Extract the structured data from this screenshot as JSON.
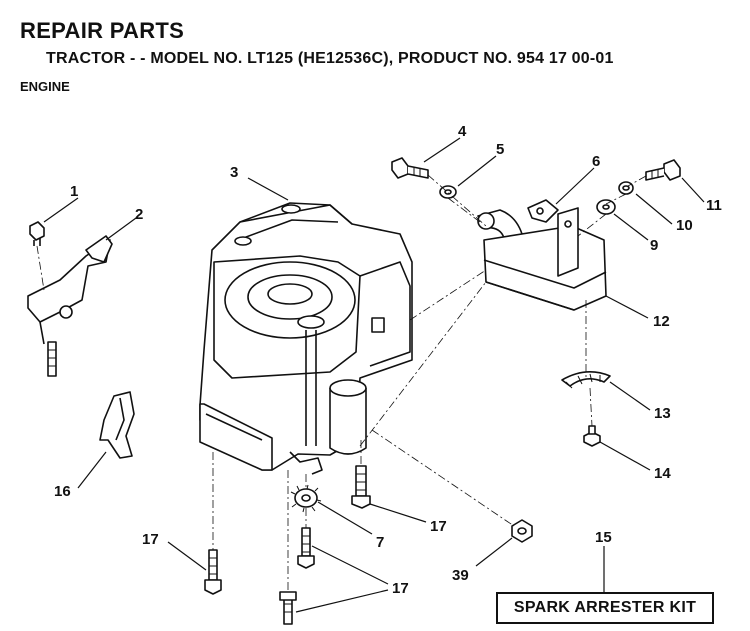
{
  "header": {
    "title": "REPAIR PARTS",
    "subtitle": "TRACTOR - - MODEL NO. LT125 (HE12536C),  PRODUCT NO. 954 17 00-01",
    "section": "ENGINE"
  },
  "callouts": {
    "c1": "1",
    "c2": "2",
    "c3": "3",
    "c4": "4",
    "c5": "5",
    "c6": "6",
    "c9": "9",
    "c10": "10",
    "c11": "11",
    "c12": "12",
    "c13": "13",
    "c14": "14",
    "c15": "15",
    "c16": "16",
    "c7": "7",
    "c17a": "17",
    "c17b": "17",
    "c17c": "17",
    "c39": "39"
  },
  "kit_label": "SPARK ARRESTER KIT"
}
